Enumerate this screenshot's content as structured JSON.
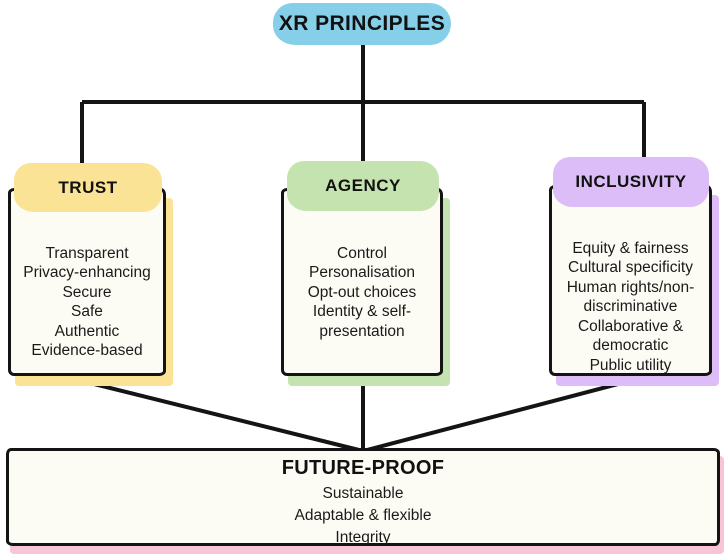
{
  "diagram": {
    "title": "XR Principles framework",
    "root": {
      "label": "XR PRINCIPLES",
      "color": "#86cfe8"
    },
    "pillars": [
      {
        "key": "trust",
        "label": "TRUST",
        "color": "#fbe396",
        "items": "Transparent\nPrivacy-enhancing\nSecure\nSafe\nAuthentic\nEvidence-based"
      },
      {
        "key": "agency",
        "label": "AGENCY",
        "color": "#c4e3af",
        "items": "Control\nPersonalisation\nOpt-out choices\nIdentity & self-\npresentation"
      },
      {
        "key": "inclusivity",
        "label": "INCLUSIVITY",
        "color": "#dcbdf7",
        "items": "Equity & fairness\nCultural specificity\nHuman rights/non-\ndiscriminative\nCollaborative &\ndemocratic\nPublic utility"
      }
    ],
    "outcome": {
      "label": "FUTURE-PROOF",
      "color": "#f7c5d5",
      "items": "Sustainable\nAdaptable & flexible\nIntegrity"
    },
    "connector_color": "#141414"
  }
}
